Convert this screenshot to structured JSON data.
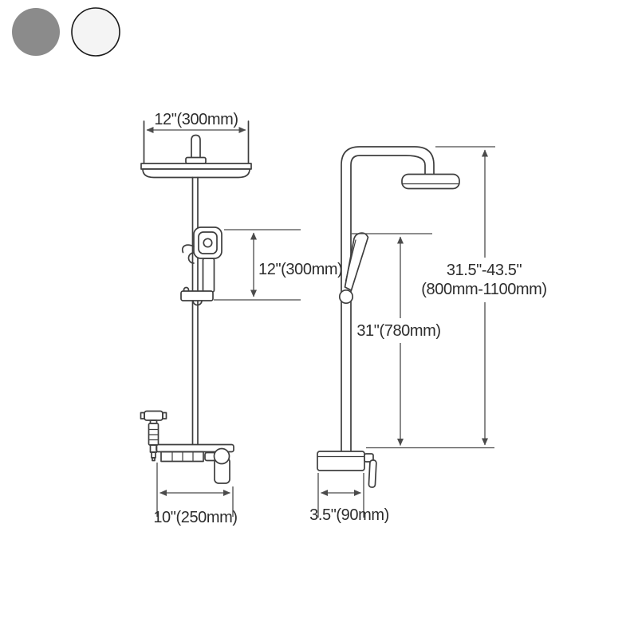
{
  "swatches": {
    "gray": {
      "label": "grey-finish",
      "color": "#8b8b8b"
    },
    "white": {
      "label": "white-finish",
      "color": "#f4f4f4",
      "border": "#1a1a1a"
    }
  },
  "front_view": {
    "head_width": "12\"(300mm)",
    "slide_height": "12\"(300mm)",
    "shelf_width": "10\"(250mm)"
  },
  "side_view": {
    "rail_height": "31\"(780mm)",
    "total_height_line1": "31.5\"-43.5\"",
    "total_height_line2": "(800mm-1100mm)",
    "valve_depth": "3.5\"(90mm)"
  },
  "drawing": {
    "line_color": "#3e3e3e",
    "dimension_color": "#4b4b4b",
    "text_color": "#2d2d2d"
  }
}
